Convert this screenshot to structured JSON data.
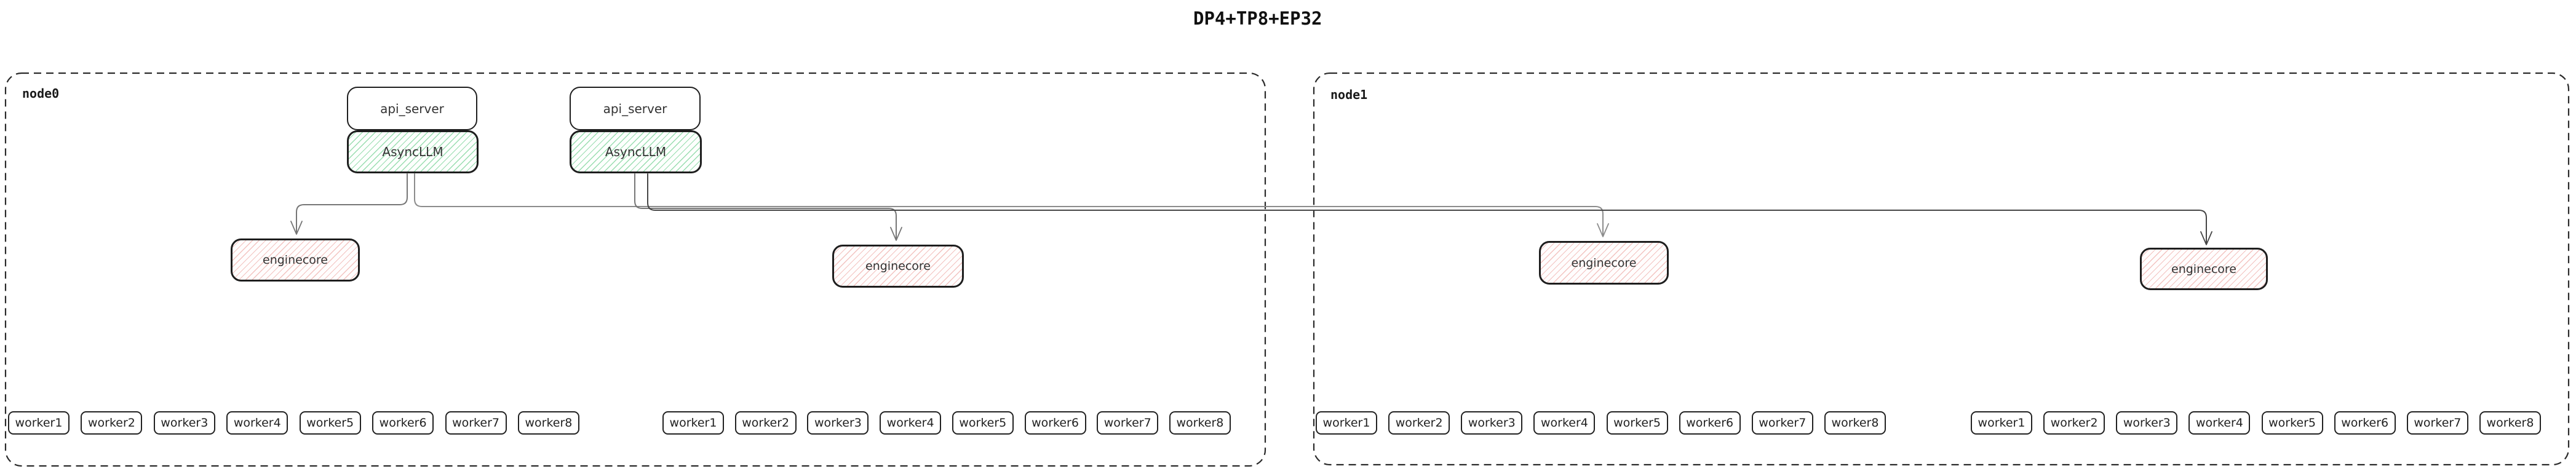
{
  "title": "DP4+TP8+EP32",
  "nodes": [
    {
      "label": "node0",
      "pairs": [
        {
          "api_server": "api_server",
          "async_llm": "AsyncLLM"
        },
        {
          "api_server": "api_server",
          "async_llm": "AsyncLLM"
        }
      ],
      "enginecores": [
        "enginecore",
        "enginecore"
      ],
      "worker_groups": [
        [
          "worker1",
          "worker2",
          "worker3",
          "worker4",
          "worker5",
          "worker6",
          "worker7",
          "worker8"
        ],
        [
          "worker1",
          "worker2",
          "worker3",
          "worker4",
          "worker5",
          "worker6",
          "worker7",
          "worker8"
        ]
      ]
    },
    {
      "label": "node1",
      "pairs": [],
      "enginecores": [
        "enginecore",
        "enginecore"
      ],
      "worker_groups": [
        [
          "worker1",
          "worker2",
          "worker3",
          "worker4",
          "worker5",
          "worker6",
          "worker7",
          "worker8"
        ],
        [
          "worker1",
          "worker2",
          "worker3",
          "worker4",
          "worker5",
          "worker6",
          "worker7",
          "worker8"
        ]
      ]
    }
  ],
  "colors": {
    "background": "#ffffff",
    "box_border": "#1e1e1e",
    "node_border": "#2a2a2a",
    "async_llm_hatch": "#78d296",
    "enginecore_hatch": "#eba09b",
    "edge_gray": "#767676",
    "edge_dark": "#454545",
    "edge_light": "#8c8c8c",
    "text": "#1a1a1a"
  }
}
